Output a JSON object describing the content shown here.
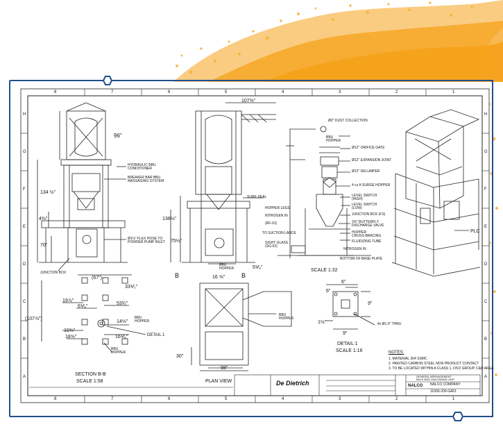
{
  "colors": {
    "accent_blue": "#1f4e8c",
    "splash_orange": "#f5a21a",
    "ink": "#111111"
  },
  "border_letters": {
    "top": [
      "8",
      "7",
      "6",
      "5",
      "4",
      "3",
      "2",
      "1"
    ],
    "bottom": [
      "8",
      "7",
      "6",
      "5",
      "4",
      "3",
      "2",
      "1"
    ],
    "left": [
      "H",
      "G",
      "F",
      "E",
      "D",
      "C",
      "B",
      "A"
    ],
    "right": [
      "H",
      "G",
      "F",
      "E",
      "D",
      "C",
      "B",
      "A"
    ]
  },
  "left_view": {
    "dims": {
      "d96": "96\"",
      "d134": "134 ½\"",
      "d4": "4⅜\"",
      "d70": "70\""
    },
    "callouts": {
      "hydraulic": "HYDRAULIC BBU\nCONDITIONER",
      "breaker": "BREAKER BAR BBU\nMASSAGING SYSTEM",
      "flex": "Ø1⅛\" FLEX HOSE TO\nPOWDER PUMP INLET",
      "junction": "JUNCTION BOX"
    }
  },
  "center_view": {
    "dims": {
      "d107": "107⅝\"",
      "d136": "136⅛\"",
      "d75": "75½\"",
      "d16": "16 ⅝\"",
      "d5": "5⅟⁄₈\"",
      "b_left": "B",
      "b_right": "B"
    },
    "callouts": {
      "sureseal": "SURE-SEAL",
      "bbu_hopper": "BBU\nHOPPER"
    }
  },
  "process": {
    "labels": {
      "dust": "Ø2\" DUST COLLECTION",
      "bbu_hopper": "BBU\nHOPPER",
      "orifice": "Ø12\" ORIFICE GATE",
      "expansion": "Ø12\" EXPANSION JOINT",
      "delumper": "Ø12\" DELUMPER",
      "surge": "4 cu ft SURGE HOPPER",
      "level_high": "LEVEL SWITCH\n(HIGH)",
      "level_low": "LEVEL SWITCH\n(LOW)",
      "junction": "JUNCTION BOX (FS)",
      "butterfly": "3⅝\" BUTTERFLY\nDISCHARGE VALVE",
      "cross": "HOPPER\nCROSS-BRACING",
      "fluidizing": "FLUIDIZING TUBE",
      "nitrogen_r": "NITROGEN IN",
      "hopper_legs": "HOPPER LEGS",
      "nitrogen_l": "NITROGEN IN",
      "rf": "(RF-01)",
      "suction": "TO SUCTION LANCE",
      "sight": "SIGHT GLASS\n(SG-02)",
      "base": "BOTTOM OF BASE PLATE",
      "scale": "SCALE 1:32"
    }
  },
  "iso_view": {
    "plc": "PLC"
  },
  "section_bb": {
    "dims": {
      "d67": "(67\")",
      "d33": "33⅟⁄₂\"",
      "d19": "19⅞\"",
      "d6": "6⅟⁄₈\"",
      "d53": "53¾\"",
      "d107": "(107⅞\")",
      "d14": "14⅛\"",
      "d10": "10⅜\"",
      "d18": "18⅝\"",
      "d16": "16⅟⁄₈\""
    },
    "callouts": {
      "bbu_hopper1": "BBU\nHOPPER",
      "bbu_hopper2": "BBU\nHOPPER",
      "detail": "DETAIL 1"
    },
    "title": "SECTION B-B",
    "scale": "SCALE 1:58"
  },
  "plan_view": {
    "title": "PLAN VIEW",
    "d30": "30\"",
    "d98": "98\"",
    "bbu_hopper": "BBU\nHOPPER"
  },
  "detail1": {
    "d6a": "6\"",
    "d6b": "6\"",
    "d9a": "9\"",
    "d9b": "9\"",
    "d1": "1½\"",
    "holes": "4x Ø1.0\" THRU",
    "title": "DETAIL 1",
    "scale": "SCALE 1:16"
  },
  "notes": {
    "title": "NOTES:",
    "items": [
      "1. MATERIAL 304 SSMC",
      "2. PAINTED CARBON STEEL NON PRODUCT CONTACT",
      "3. TO BE LOCATED WITHIN A CLASS 1, DIV2 GROUP, C&D AREA"
    ]
  },
  "title_block": {
    "logo": "De Dietrich",
    "company": "NALCO COMPANY",
    "logo2": "NALCO",
    "drawing_title": "GENERAL ARRANGEMENT\nBULK BAG UNLOADING UNIT",
    "drawing_no": "11000-200-GA01"
  }
}
